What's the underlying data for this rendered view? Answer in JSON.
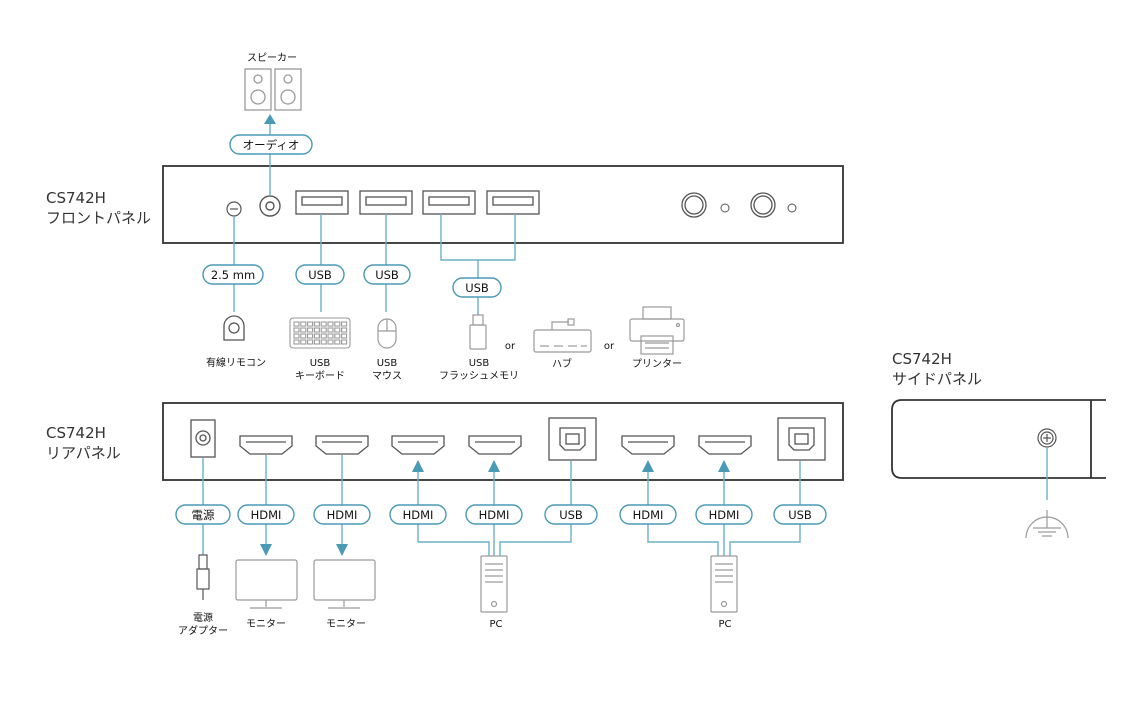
{
  "colors": {
    "accent": "#4a9ab5",
    "line": "#6ab0c8",
    "panel_border": "#333333",
    "device": "#9a9a9a"
  },
  "panels": {
    "front": {
      "model": "CS742H",
      "name": "フロントパネル"
    },
    "rear": {
      "model": "CS742H",
      "name": "リアパネル"
    },
    "side": {
      "model": "CS742H",
      "name": "サイドパネル"
    }
  },
  "front": {
    "speaker_label": "スピーカー",
    "audio_label": "オーディオ",
    "remote_pill": "2.5 mm",
    "kb_pill": "USB",
    "mouse_pill": "USB",
    "usb_pill": "USB",
    "remote_device": "有線リモコン",
    "keyboard_device": [
      "USB",
      "キーボード"
    ],
    "mouse_device": [
      "USB",
      "マウス"
    ],
    "flash_device": [
      "USB",
      "フラッシュメモリ"
    ],
    "or": "or",
    "hub_device": "ハブ",
    "printer_device": "プリンター"
  },
  "rear": {
    "power_pill": "電源",
    "hdmi_pill": "HDMI",
    "usb_pill": "USB",
    "adapter_device": [
      "電源",
      "アダプター"
    ],
    "monitor_device": "モニター",
    "pc_device": "PC"
  }
}
